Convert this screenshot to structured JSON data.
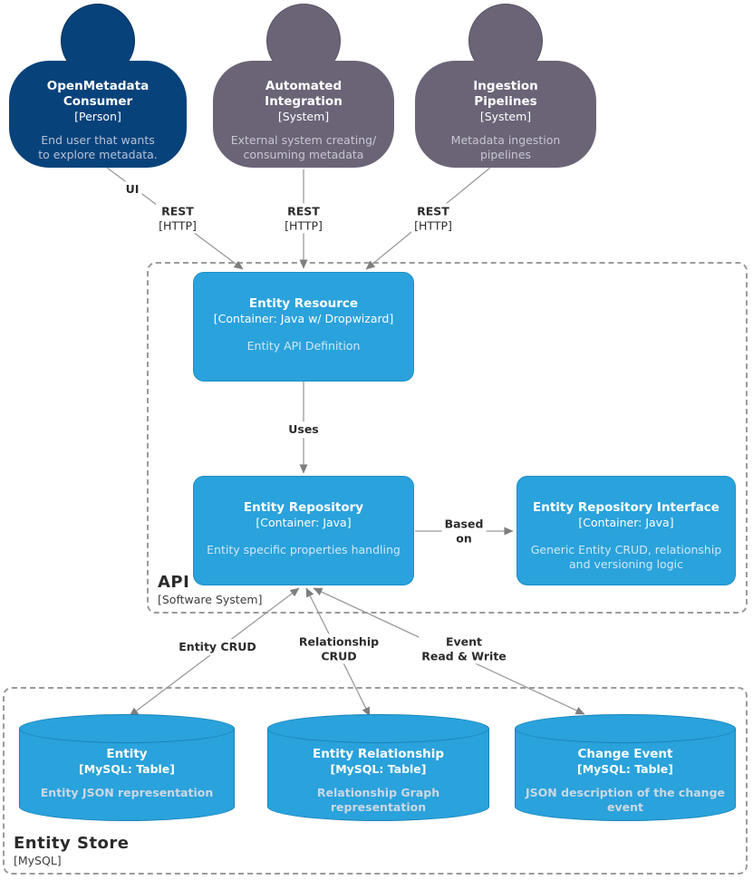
{
  "diagram": {
    "kind": "c4-container-diagram",
    "colors": {
      "person_fill": "#08427b",
      "external_system_fill": "#6b6477",
      "container_fill": "#2aa2dc",
      "line": "#9b9b9b",
      "arrowhead": "#7e7e7e",
      "label_text": "#2b2b2b"
    }
  },
  "actors": [
    {
      "title": "OpenMetadata\nConsumer",
      "type_label": "[Person]",
      "description": "End user that wants\nto explore metadata."
    },
    {
      "title": "Automated\nIntegration",
      "type_label": "[System]",
      "description": "External system creating/\nconsuming metadata"
    },
    {
      "title": "Ingestion\nPipelines",
      "type_label": "[System]",
      "description": "Metadata ingestion\npipelines"
    }
  ],
  "containers": [
    {
      "title": "Entity Resource",
      "type_label": "[Container: Java w/ Dropwizard]",
      "description": "Entity API Definition"
    },
    {
      "title": "Entity Repository",
      "type_label": "[Container: Java]",
      "description": "Entity specific properties handling"
    },
    {
      "title": "Entity Repository Interface",
      "type_label": "[Container: Java]",
      "description": "Generic Entity CRUD, relationship\nand versioning logic"
    }
  ],
  "databases": [
    {
      "title": "Entity",
      "type_label": "[MySQL: Table]",
      "description": "Entity JSON representation"
    },
    {
      "title": "Entity Relationship",
      "type_label": "[MySQL: Table]",
      "description": "Relationship Graph\nrepresentation"
    },
    {
      "title": "Change Event",
      "type_label": "[MySQL: Table]",
      "description": "JSON description of the change\nevent"
    }
  ],
  "boundaries": {
    "api": {
      "label": "API",
      "sublabel": "[Software System]"
    },
    "store": {
      "label": "Entity Store",
      "sublabel": "[MySQL]"
    }
  },
  "edges": [
    {
      "id": "consumer-ui",
      "label": "UI",
      "tech": ""
    },
    {
      "id": "consumer-rest",
      "label": "REST",
      "tech": "[HTTP]"
    },
    {
      "id": "integration-rest",
      "label": "REST",
      "tech": "[HTTP]"
    },
    {
      "id": "pipelines-rest",
      "label": "REST",
      "tech": "[HTTP]"
    },
    {
      "id": "uses",
      "label": "Uses",
      "tech": ""
    },
    {
      "id": "based-on",
      "label": "Based\non",
      "tech": ""
    },
    {
      "id": "entity-crud",
      "label": "Entity CRUD",
      "tech": ""
    },
    {
      "id": "relationship-crud",
      "label": "Relationship\nCRUD",
      "tech": ""
    },
    {
      "id": "event-read-write",
      "label": "Event\nRead & Write",
      "tech": ""
    }
  ]
}
